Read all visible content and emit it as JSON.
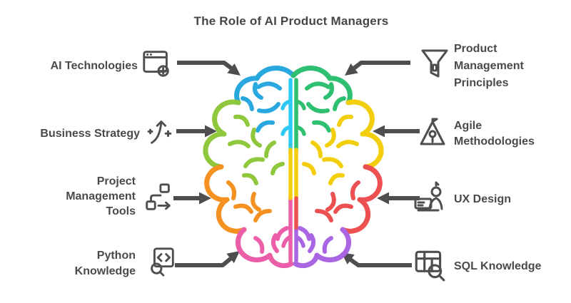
{
  "title": "The Role of AI Product Managers",
  "palette": {
    "text": "#4a4a4c",
    "arrow": "#4e4e50",
    "icon": "#4e4e50"
  },
  "left_items": [
    {
      "name": "ai-technologies",
      "icon": "ai-window-icon",
      "lines": [
        "AI Technologies"
      ]
    },
    {
      "name": "business-strategy",
      "icon": "growth-arrow-icon",
      "lines": [
        "Business Strategy"
      ]
    },
    {
      "name": "project-management-tools",
      "icon": "flowchart-icon",
      "lines": [
        "Project",
        "Management",
        "Tools"
      ]
    },
    {
      "name": "python-knowledge",
      "icon": "code-search-icon",
      "lines": [
        "Python",
        "Knowledge"
      ]
    }
  ],
  "right_items": [
    {
      "name": "product-management-principles",
      "icon": "funnel-icon",
      "lines": [
        "Product",
        "Management",
        "Principles"
      ]
    },
    {
      "name": "agile-methodologies",
      "icon": "sprint-mountain-icon",
      "lines": [
        "Agile",
        "Methodologies"
      ]
    },
    {
      "name": "ux-design",
      "icon": "ux-person-screen-icon",
      "lines": [
        "UX Design"
      ]
    },
    {
      "name": "sql-knowledge",
      "icon": "table-search-icon",
      "lines": [
        "SQL Knowledge"
      ]
    }
  ],
  "brain": {
    "palette": {
      "blue": "#29a8e0",
      "cyan": "#2ec9f2",
      "olive": "#8fc73d",
      "orange": "#f59120",
      "pink": "#ec5fa8",
      "green": "#2fbf71",
      "yellow": "#f2ce0d",
      "red": "#ec5050",
      "purple": "#aa66e2"
    }
  }
}
